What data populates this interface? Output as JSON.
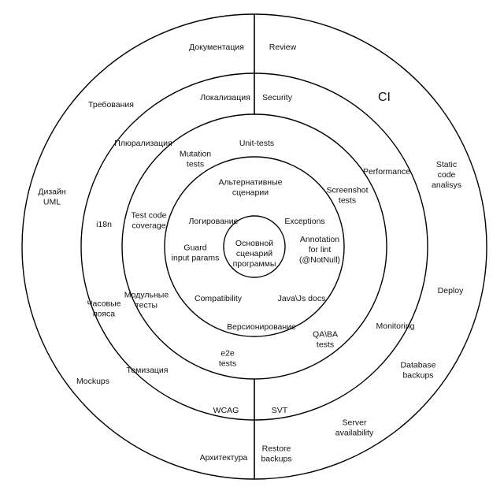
{
  "center": {
    "label": [
      "Основной",
      "сценарий",
      "программы"
    ]
  },
  "labels": [
    {
      "id": "documentation",
      "lines": [
        "Документация"
      ],
      "ring": "outer"
    },
    {
      "id": "review",
      "lines": [
        "Review"
      ],
      "ring": "outer"
    },
    {
      "id": "requirements",
      "lines": [
        "Требования"
      ],
      "ring": "outer"
    },
    {
      "id": "ci",
      "lines": [
        "CI"
      ],
      "ring": "outer",
      "big": true
    },
    {
      "id": "static-code-analysis",
      "lines": [
        "Static",
        "code",
        "analisys"
      ],
      "ring": "outer"
    },
    {
      "id": "uml-design",
      "lines": [
        "Дизайн",
        "UML"
      ],
      "ring": "outer"
    },
    {
      "id": "deploy",
      "lines": [
        "Deploy"
      ],
      "ring": "outer"
    },
    {
      "id": "database-backups",
      "lines": [
        "Database",
        "backups"
      ],
      "ring": "outer"
    },
    {
      "id": "mockups",
      "lines": [
        "Mockups"
      ],
      "ring": "outer"
    },
    {
      "id": "server-availability",
      "lines": [
        "Server",
        "availability"
      ],
      "ring": "outer"
    },
    {
      "id": "architecture",
      "lines": [
        "Архитектура"
      ],
      "ring": "outer"
    },
    {
      "id": "restore-backups",
      "lines": [
        "Restore",
        "backups"
      ],
      "ring": "outer"
    },
    {
      "id": "localization",
      "lines": [
        "Локализация"
      ],
      "ring": "third"
    },
    {
      "id": "security",
      "lines": [
        "Security"
      ],
      "ring": "third"
    },
    {
      "id": "pluralization",
      "lines": [
        "Плюрализация"
      ],
      "ring": "third"
    },
    {
      "id": "performance",
      "lines": [
        "Performance"
      ],
      "ring": "third"
    },
    {
      "id": "i18n",
      "lines": [
        "i18n"
      ],
      "ring": "third"
    },
    {
      "id": "time-zones",
      "lines": [
        "Часовые",
        "пояса"
      ],
      "ring": "third"
    },
    {
      "id": "monitoring",
      "lines": [
        "Monitoring"
      ],
      "ring": "third"
    },
    {
      "id": "theming",
      "lines": [
        "Темизация"
      ],
      "ring": "third"
    },
    {
      "id": "wcag",
      "lines": [
        "WCAG"
      ],
      "ring": "third"
    },
    {
      "id": "svt",
      "lines": [
        "SVT"
      ],
      "ring": "third"
    },
    {
      "id": "unit-tests",
      "lines": [
        "Unit-tests"
      ],
      "ring": "second"
    },
    {
      "id": "mutation-tests",
      "lines": [
        "Mutation",
        "tests"
      ],
      "ring": "second"
    },
    {
      "id": "screenshot-tests",
      "lines": [
        "Screenshot",
        "tests"
      ],
      "ring": "second"
    },
    {
      "id": "test-code-coverage",
      "lines": [
        "Test code",
        "coverage"
      ],
      "ring": "second"
    },
    {
      "id": "module-tests",
      "lines": [
        "Модульные",
        "тесты"
      ],
      "ring": "second"
    },
    {
      "id": "qa-ba-tests",
      "lines": [
        "QA\\BA",
        "tests"
      ],
      "ring": "second"
    },
    {
      "id": "e2e-tests",
      "lines": [
        "e2e",
        "tests"
      ],
      "ring": "second"
    },
    {
      "id": "alt-scenarios",
      "lines": [
        "Альтернативные",
        "сценарии"
      ],
      "ring": "inner"
    },
    {
      "id": "logging",
      "lines": [
        "Логирование"
      ],
      "ring": "inner"
    },
    {
      "id": "exceptions",
      "lines": [
        "Exceptions"
      ],
      "ring": "inner"
    },
    {
      "id": "guard-input-params",
      "lines": [
        "Guard",
        "input params"
      ],
      "ring": "inner"
    },
    {
      "id": "annotation-for-lint",
      "lines": [
        "Annotation",
        "for lint",
        "(@NotNull)"
      ],
      "ring": "inner"
    },
    {
      "id": "compatibility",
      "lines": [
        "Compatibility"
      ],
      "ring": "inner"
    },
    {
      "id": "java-js-docs",
      "lines": [
        "Java\\Js docs"
      ],
      "ring": "inner"
    },
    {
      "id": "versioning",
      "lines": [
        "Версионирование"
      ],
      "ring": "inner"
    }
  ]
}
